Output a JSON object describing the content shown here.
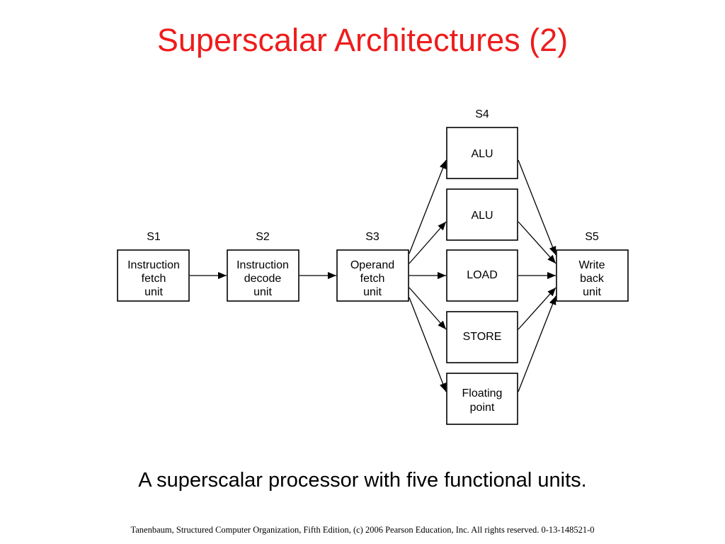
{
  "title": "Superscalar Architectures (2)",
  "caption": "A superscalar processor with five functional units.",
  "footer": "Tanenbaum, Structured Computer Organization, Fifth Edition, (c) 2006 Pearson Education, Inc. All rights reserved. 0-13-148521-0",
  "colors": {
    "title": "#ee1c1c",
    "text": "#000000",
    "background": "#ffffff"
  },
  "diagram": {
    "stages": {
      "s1": {
        "label": "S1",
        "box": [
          "Instruction",
          "fetch",
          "unit"
        ]
      },
      "s2": {
        "label": "S2",
        "box": [
          "Instruction",
          "decode",
          "unit"
        ]
      },
      "s3": {
        "label": "S3",
        "box": [
          "Operand",
          "fetch",
          "unit"
        ]
      },
      "s4": {
        "label": "S4",
        "units": [
          [
            "ALU"
          ],
          [
            "ALU"
          ],
          [
            "LOAD"
          ],
          [
            "STORE"
          ],
          [
            "Floating",
            "point"
          ]
        ]
      },
      "s5": {
        "label": "S5",
        "box": [
          "Write",
          "back",
          "unit"
        ]
      }
    }
  }
}
